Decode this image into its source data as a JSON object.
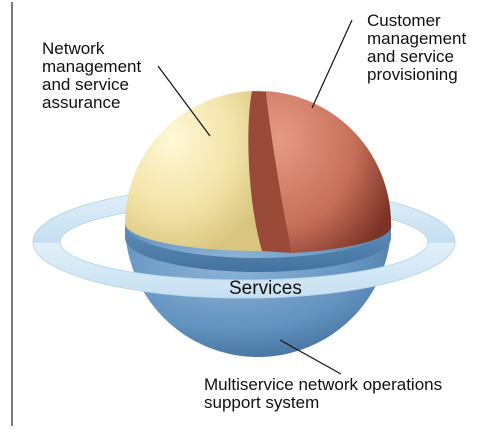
{
  "labels": {
    "network_management": "Network\nmanagement\nand service\nassurance",
    "customer_management": "Customer\nmanagement\nand service\nprovisioning",
    "services": "Services",
    "multiservice": "Multiservice network operations\nsupport system"
  },
  "colors": {
    "network_segment": "#f4e7b2",
    "customer_segment": "#cf7b67",
    "lower_hemisphere": "#6696c2",
    "services_ring": "#cfe6f4",
    "frame_line": "#7a7a7a",
    "text": "#111111"
  }
}
